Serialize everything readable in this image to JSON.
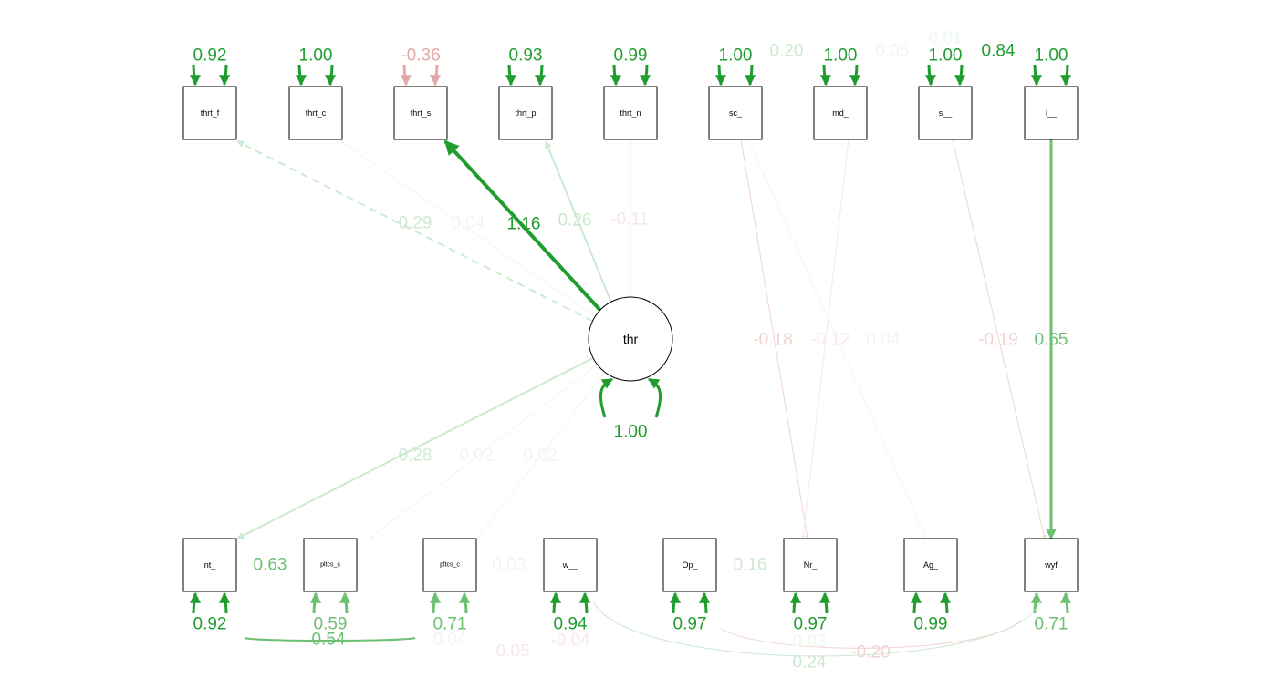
{
  "colors": {
    "positive": "#1f9d2f",
    "positive_mid": "#6dbf72",
    "positive_light": "#cde9cf",
    "positive_faint": "#eef7ee",
    "negative": "#e3a7a7",
    "negative_light": "#f2d3d3",
    "negative_faint": "#f7e8e8",
    "node_border": "#000000"
  },
  "latent": {
    "label": "thr",
    "variance": "1.00"
  },
  "top_nodes": [
    {
      "label": "thrt_f",
      "residual": "0.92"
    },
    {
      "label": "thrt_c",
      "residual": "1.00"
    },
    {
      "label": "thrt_s",
      "residual": "-0.36"
    },
    {
      "label": "thrt_p",
      "residual": "0.93"
    },
    {
      "label": "thrt_n",
      "residual": "0.99"
    },
    {
      "label": "sc_",
      "residual": "1.00"
    },
    {
      "label": "md_",
      "residual": "1.00"
    },
    {
      "label": "s__",
      "residual": "1.00"
    },
    {
      "label": "i__",
      "residual": "1.00"
    }
  ],
  "bottom_nodes": [
    {
      "label": "nt_",
      "residual": "0.92"
    },
    {
      "label": "pltcs_s",
      "residual": "0.59"
    },
    {
      "label": "pltcs_c",
      "residual": "0.71"
    },
    {
      "label": "w__",
      "residual": "0.94"
    },
    {
      "label": "Op_",
      "residual": "0.97"
    },
    {
      "label": "Nr_",
      "residual": "0.97"
    },
    {
      "label": "Ag_",
      "residual": "0.99"
    },
    {
      "label": "wyf",
      "residual": "0.71"
    }
  ],
  "loadings": [
    {
      "label": "0.29",
      "tone": "positive_light"
    },
    {
      "label": "0.04",
      "tone": "positive_faint"
    },
    {
      "label": "1.16",
      "tone": "positive"
    },
    {
      "label": "0.26",
      "tone": "positive_light"
    },
    {
      "label": "-0.11",
      "tone": "negative_faint"
    },
    {
      "label": "0.28",
      "tone": "positive_light"
    },
    {
      "label": "0.02",
      "tone": "positive_faint"
    },
    {
      "label": "0.02",
      "tone": "positive_faint"
    }
  ],
  "regressions": [
    {
      "label": "-0.18",
      "tone": "negative_light"
    },
    {
      "label": "-0.12",
      "tone": "negative_faint"
    },
    {
      "label": "0.04",
      "tone": "positive_faint"
    },
    {
      "label": "-0.19",
      "tone": "negative_light"
    },
    {
      "label": "0.65",
      "tone": "positive_mid"
    }
  ],
  "top_covariances": [
    {
      "label": "0.20",
      "tone": "positive_light"
    },
    {
      "label": "0.05",
      "tone": "positive_faint"
    },
    {
      "label": "0.01",
      "tone": "positive_faint"
    },
    {
      "label": "0.84",
      "tone": "positive"
    }
  ],
  "bottom_covariances": [
    {
      "label": "0.63",
      "tone": "positive_mid"
    },
    {
      "label": "0.03",
      "tone": "positive_faint"
    },
    {
      "label": "0.16",
      "tone": "positive_light"
    },
    {
      "label": "0.54",
      "tone": "positive_mid"
    },
    {
      "label": "0.04",
      "tone": "positive_faint"
    },
    {
      "label": "-0.05",
      "tone": "negative_faint"
    },
    {
      "label": "-0.04",
      "tone": "negative_faint"
    },
    {
      "label": "0.03",
      "tone": "positive_faint"
    },
    {
      "label": "-0.20",
      "tone": "negative_light"
    },
    {
      "label": "0.24",
      "tone": "positive_light"
    }
  ]
}
